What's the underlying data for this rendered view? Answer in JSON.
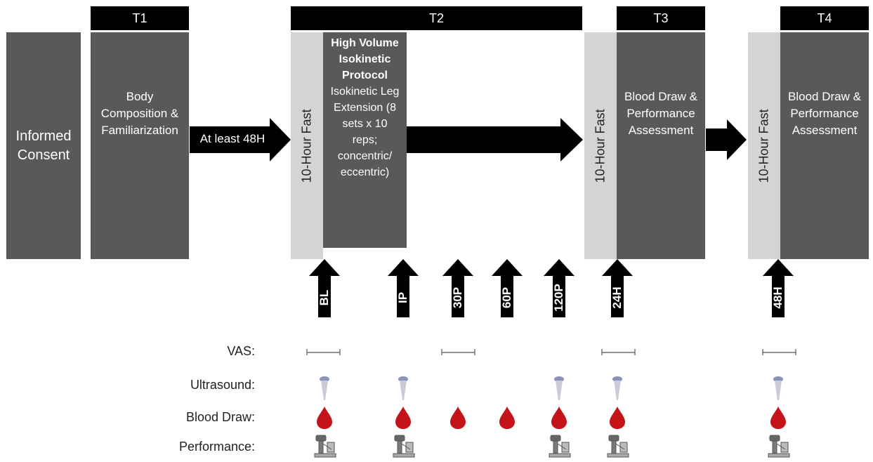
{
  "phases": {
    "t1": "T1",
    "t2": "T2",
    "t3": "T3",
    "t4": "T4"
  },
  "boxes": {
    "consent": "Informed Consent",
    "t1": "Body Composition & Familiarization",
    "protocol_bold": "High Volume Isokinetic Protocol",
    "protocol_detail": "Isokinetic Leg Extension (8 sets x 10 reps; concentric/ eccentric)",
    "t3": "Blood Draw & Performance Assessment",
    "t4": "Blood Draw & Performance Assessment"
  },
  "fast_label": "10-Hour Fast",
  "gap_arrow_label": "At least 48H",
  "timepoints": [
    "BL",
    "IP",
    "30P",
    "60P",
    "120P",
    "24H",
    "48H"
  ],
  "rows": {
    "vas": "VAS:",
    "ultrasound": "Ultrasound:",
    "blood": "Blood Draw:",
    "performance": "Performance:"
  },
  "colors": {
    "dark_box": "#595959",
    "fast_box": "#d4d4d4",
    "bar": "#000000",
    "blood": "#c4141a"
  }
}
